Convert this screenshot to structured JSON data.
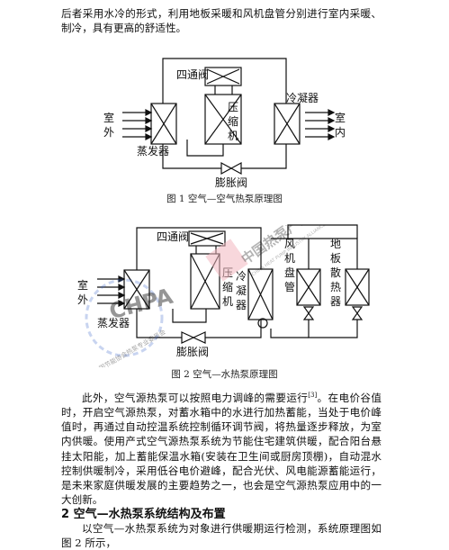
{
  "intro_paragraph": "后者采用水冷的形式，利用地板采暖和风机盘管分别进行室内采暖、制冷，具有更高的舒适性。",
  "fig1": {
    "caption": "图 1 空气—空气热泵原理图",
    "labels": {
      "four_way_valve": "四通阀",
      "compressor": [
        "压",
        "缩",
        "机"
      ],
      "condenser": "冷凝器",
      "evaporator": "蒸发器",
      "expansion_valve": "膨胀阀",
      "outdoor": [
        "室",
        "外"
      ],
      "indoor": [
        "室",
        "内"
      ]
    }
  },
  "fig2": {
    "caption": "图 2 空气—水热泵原理图",
    "labels": {
      "four_way_valve": "四通阀",
      "compressor": [
        "压",
        "缩",
        "机"
      ],
      "condenser": [
        "冷",
        "凝",
        "器"
      ],
      "evaporator": "蒸发器",
      "expansion_valve": "膨胀阀",
      "outdoor": [
        "室",
        "外"
      ],
      "fan_coil": [
        "风",
        "机",
        "盘",
        "管"
      ],
      "floor_heater": [
        "地",
        "板",
        "散",
        "热",
        "器"
      ]
    }
  },
  "body_paragraph": {
    "text_before_ref": "此外，空气源热泵可以按照电力调峰的需要运行",
    "ref": "[3]",
    "text_after_ref": "。在电价谷值时，开启空气源热泵，对蓄水箱中的水进行加热蓄能，当处于电价峰值时，再通过自动控温系统控制循环调节阀，将热量逐步释放，为室内供暖。使用产式空气源热泵系统为节能住宅建筑供暖，配合阳台悬挂太阳能，加上蓄能保温水箱(安装在卫生间或厨房顶棚)，自动混水控制供暖制冷，采用低谷电价避峰，配合光伏、风电能源蓄能运行，是未来家庭供暖发展的主要趋势之一，也会是空气源热泵应用中的一大创新。"
  },
  "section_heading": "2 空气—水热泵系统结构及布置",
  "last_line": "以空气—水热泵系统为对象进行供暖期运行检测，系统原理图如图 2 所示，",
  "watermark": {
    "left_logo_text": "CHPA",
    "left_logo_sub": "中国节能协会热泵专业委员会",
    "right_logo_text": "中国热泵产业联盟",
    "right_logo_sub": "CHINA HEAT PUMP INDUSTRY ALLIANCE",
    "colors": {
      "blue": "#3a63c8",
      "red": "#e0283c",
      "pink": "#f2b6be"
    }
  }
}
